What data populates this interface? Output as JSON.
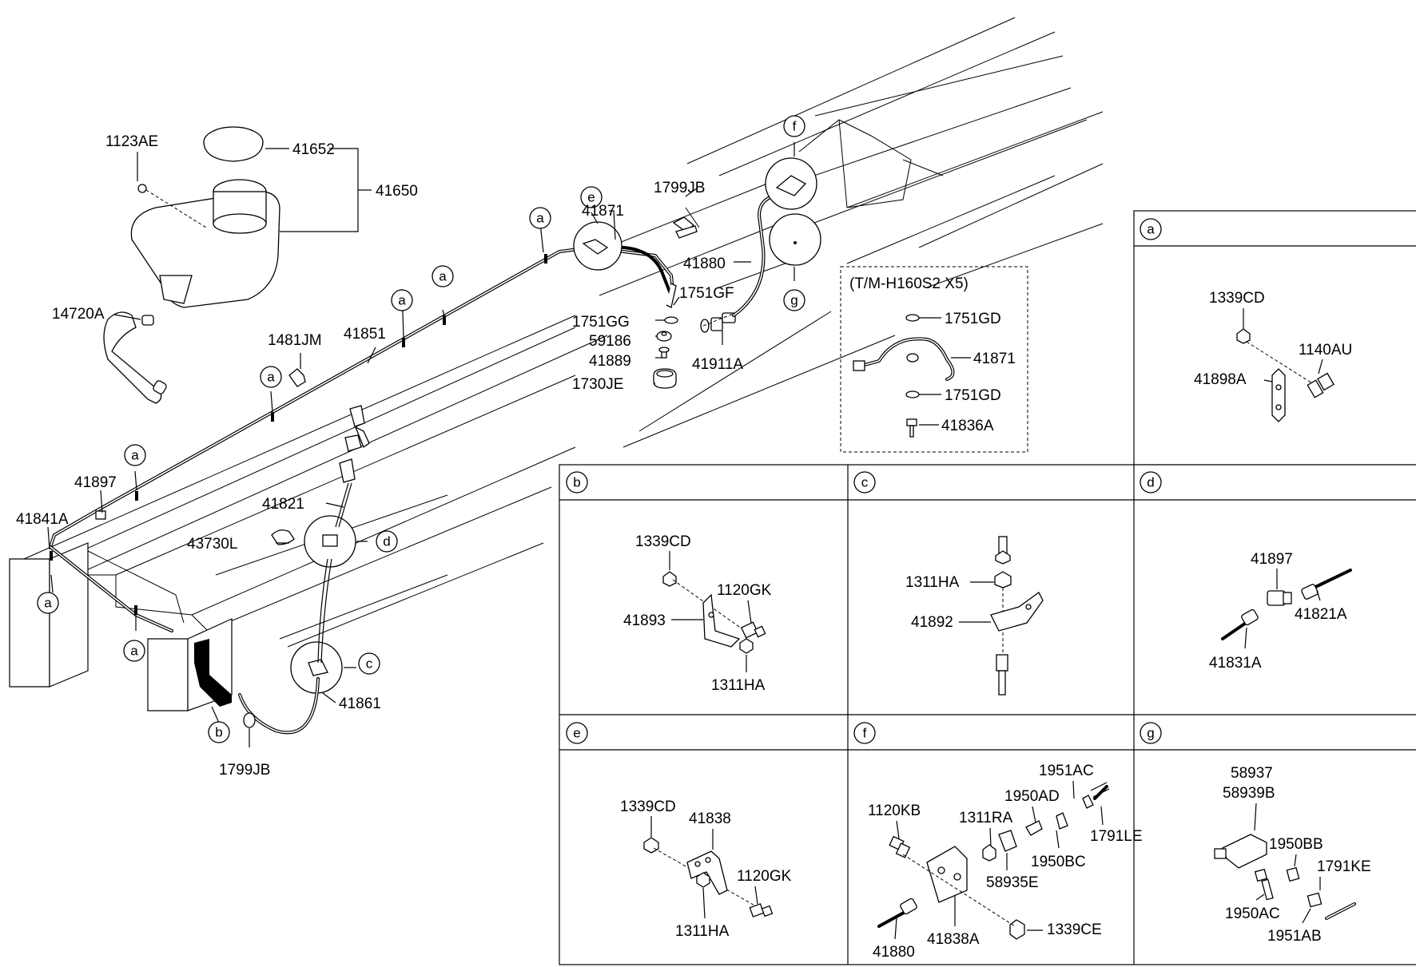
{
  "main_labels": {
    "l_1123AE": "1123AE",
    "l_41652": "41652",
    "l_41650": "41650",
    "l_14720A": "14720A",
    "l_1481JM": "1481JM",
    "l_41851": "41851",
    "l_41871": "41871",
    "l_1799JB_top": "1799JB",
    "l_41880": "41880",
    "l_1751GF": "1751GF",
    "l_1751GG": "1751GG",
    "l_59186": "59186",
    "l_41889": "41889",
    "l_1730JE": "1730JE",
    "l_41911A": "41911A",
    "l_41897": "41897",
    "l_41841A": "41841A",
    "l_41821": "41821",
    "l_43730L": "43730L",
    "l_41861": "41861",
    "l_1799JB_bot": "1799JB"
  },
  "refs": {
    "a": "a",
    "b": "b",
    "c": "c",
    "d": "d",
    "e": "e",
    "f": "f",
    "g": "g"
  },
  "tm_box": {
    "title": "(T/M-H160S2 X5)",
    "l1": "1751GD",
    "l2": "41871",
    "l3": "1751GD",
    "l4": "41836A"
  },
  "panel_a": {
    "l1": "1339CD",
    "l2": "1140AU",
    "l3": "41898A"
  },
  "panel_b": {
    "l1": "1339CD",
    "l2": "1120GK",
    "l3": "41893",
    "l4": "1311HA"
  },
  "panel_c": {
    "l1": "1311HA",
    "l2": "41892"
  },
  "panel_d": {
    "l1": "41897",
    "l2": "41821A",
    "l3": "41831A"
  },
  "panel_e": {
    "l1": "1339CD",
    "l2": "41838",
    "l3": "1120GK",
    "l4": "1311HA"
  },
  "panel_f": {
    "l1": "1951AC",
    "l2": "1950AD",
    "l3": "1120KB",
    "l4": "1311RA",
    "l5": "1791LE",
    "l6": "1950BC",
    "l7": "58935E",
    "l8": "1339CE",
    "l9": "41880",
    "l10": "41838A"
  },
  "panel_g": {
    "l1": "58937",
    "l2": "58939B",
    "l3": "1950BB",
    "l4": "1791KE",
    "l5": "1950AC",
    "l6": "1951AB"
  }
}
